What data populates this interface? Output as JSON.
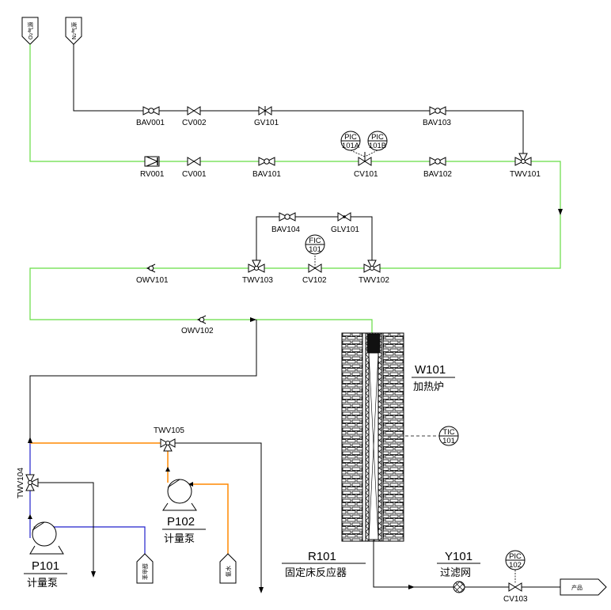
{
  "sources": {
    "o2": "O₂气源",
    "n2": "N₂气源",
    "benzene": "苯甲醇",
    "ammonia": "氨水"
  },
  "product": "产品",
  "valves": {
    "bav001": "BAV001",
    "cv002": "CV002",
    "gv101": "GV101",
    "bav103": "BAV103",
    "rv001": "RV001",
    "cv001": "CV001",
    "bav101": "BAV101",
    "cv101": "CV101",
    "bav102": "BAV102",
    "twv101": "TWV101",
    "bav104": "BAV104",
    "glv101": "GLV101",
    "owv101": "OWV101",
    "twv103": "TWV103",
    "cv102": "CV102",
    "twv102": "TWV102",
    "owv102": "OWV102",
    "twv105": "TWV105",
    "twv104": "TWV104",
    "cv103": "CV103"
  },
  "instruments": {
    "pic101a": {
      "top": "PIC",
      "bottom": "101A"
    },
    "pic101b": {
      "top": "PIC",
      "bottom": "101B"
    },
    "fic101": {
      "top": "FIC",
      "bottom": "101"
    },
    "tic101": {
      "top": "TIC",
      "bottom": "101"
    },
    "pic102": {
      "top": "PIC",
      "bottom": "102"
    }
  },
  "equipment": {
    "w101": {
      "tag": "W101",
      "name": "加热炉"
    },
    "r101": {
      "tag": "R101",
      "name": "固定床反应器"
    },
    "y101": {
      "tag": "Y101",
      "name": "过滤网"
    },
    "p101": {
      "tag": "P101",
      "name": "计量泵"
    },
    "p102": {
      "tag": "P102",
      "name": "计量泵"
    }
  },
  "colors": {
    "oxygen_line": "#66dd44",
    "nitrogen_line": "#000000",
    "orange_line": "#ff8800",
    "blue_line": "#2222cc"
  }
}
